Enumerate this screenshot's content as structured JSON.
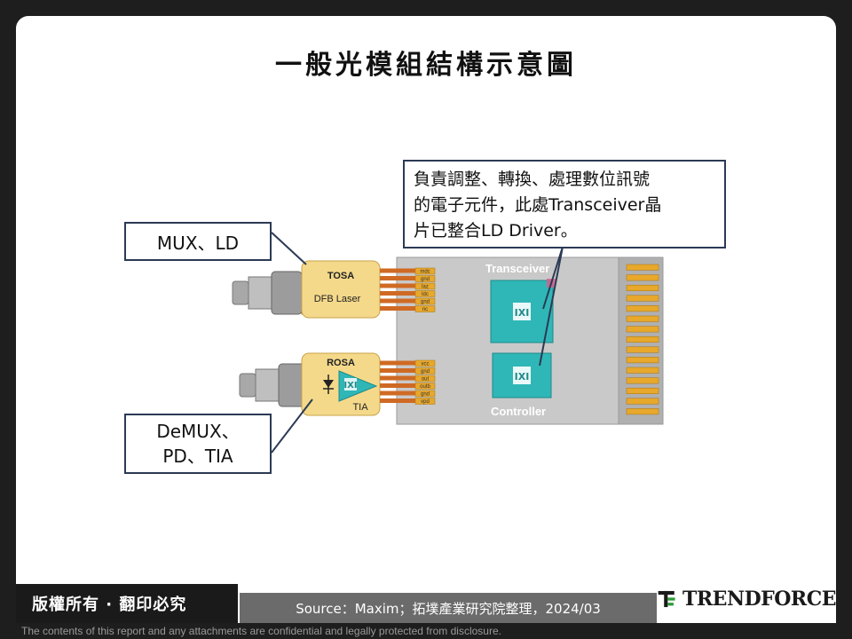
{
  "title": "一般光模組結構示意圖",
  "callouts": {
    "mux_ld": "MUX、LD",
    "demux_line1": "DeMUX、",
    "demux_line2": "PD、TIA",
    "transceiver_note_line1": "負責調整、轉換、處理數位訊號",
    "transceiver_note_line2": "的電子元件，此處Transceiver晶",
    "transceiver_note_line3": "片已整合LD Driver。"
  },
  "diagram": {
    "tosa_label": "TOSA",
    "dfb_label": "DFB Laser",
    "rosa_label": "ROSA",
    "tia_label": "TIA",
    "transceiver_label": "Transceiver",
    "controller_label": "Controller",
    "tosa_pins": [
      "mdc",
      "gnd",
      "laz",
      "ldc",
      "gnd",
      "nc"
    ],
    "rosa_pins": [
      "vcc",
      "gnd",
      "out",
      "outb",
      "gnd",
      "vpd"
    ]
  },
  "colors": {
    "pcb": "#c9c9c9",
    "chip": "#2fb7b7",
    "tosa_body": "#f4d98b",
    "gold_pin": "#e8a82b",
    "trace": "#cf6a24",
    "callout_border": "#2b3a55"
  },
  "footer": {
    "copyright": "版權所有 · 翻印必究",
    "source": "Source：Maxim；拓墣產業研究院整理，2024/03",
    "logo": "TRENDFORCE",
    "disclaimer": "The contents of this report and any attachments are confidential and legally protected from disclosure."
  }
}
